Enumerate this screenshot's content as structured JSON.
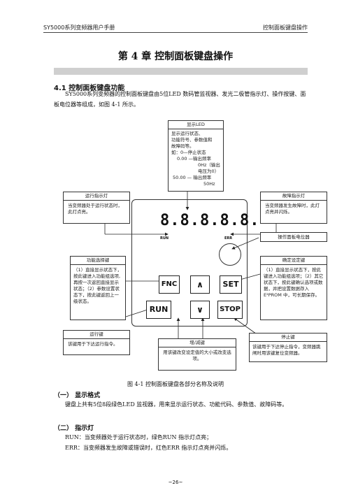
{
  "header": {
    "left": "SY5000系列变频器用户手册",
    "right": "控制面板键盘操作"
  },
  "chapter_title": "第 4 章  控制面板键盘操作",
  "section": {
    "heading": "4.1  控制面板键盘功能",
    "intro": "SY5000系列变频器的控制面板键盘由5位LED 数码管监视器、发光二极管指示灯、操作按键、面板电位器等组成，如图 4-1 所示。"
  },
  "figure": {
    "display_led": {
      "title": "显示LED",
      "lines": [
        "显示运行状态、",
        "功能符号、参数值和",
        "故障码等。",
        "如：0—停止状态",
        "0.00 —输出频率",
        "0Hz（输出",
        "电压为0）",
        "50.00 — 输出频率",
        "50Hz"
      ]
    },
    "run_indicator": {
      "title": "运行指示灯",
      "body": "当变频器处于运行状态时，此灯点亮。"
    },
    "fault_indicator": {
      "title": "故障指示灯",
      "body": "当变频器发生故障时，此灯点亮并闪烁。"
    },
    "pot_label": "操作面板电位器",
    "func_key": {
      "title": "功能选择键",
      "body": "（1）直接显示状态下，按此键进入功能组选项,再按一次返回直接显示状态；（2）参数设置状态下，按此键返回上一级状态。"
    },
    "set_key": {
      "title": "确定设定键",
      "body": "（1）直接显示状态下，按此键进入功能组选项；（2）其它状态下，按此键确认选项或数据，并把设置数据存入E²PROM 中，可长期保存。"
    },
    "run_key": {
      "title": "运行键",
      "body": "该键用于下达运行指令。"
    },
    "updown_key": {
      "title": "增/减键",
      "body": "用该键改变设定值的大小或改变选项。"
    },
    "stop_key": {
      "title": "停止键",
      "body": "该键用于下达停止指令，变频器跳闸时用该键复位变频器。"
    },
    "panel": {
      "display": "8.8.8.8.8.",
      "run_led": "RUN",
      "err_led": "ERR",
      "keys": {
        "fnc": "FNC",
        "up": "∧",
        "set": "SET",
        "run": "RUN",
        "down": "∨",
        "stop": "STOP"
      }
    },
    "caption": "图 4-1  控制面板键盘各部分名称及说明"
  },
  "display_format": {
    "heading": "（一） 显示格式",
    "body": "键盘上共有5位8段绿色LED 监视器，用来显示运行状态、功能代码、参数值、故障码等。"
  },
  "indicators": {
    "heading": "（二） 指示灯",
    "run_line": "RUN：当变频器处于运行状态时，绿色RUN 指示灯点亮；",
    "err_line": "ERR：当变频器发生故障或错误时，红色ERR 指示灯点亮并闪烁。"
  },
  "page_number": "~26~"
}
